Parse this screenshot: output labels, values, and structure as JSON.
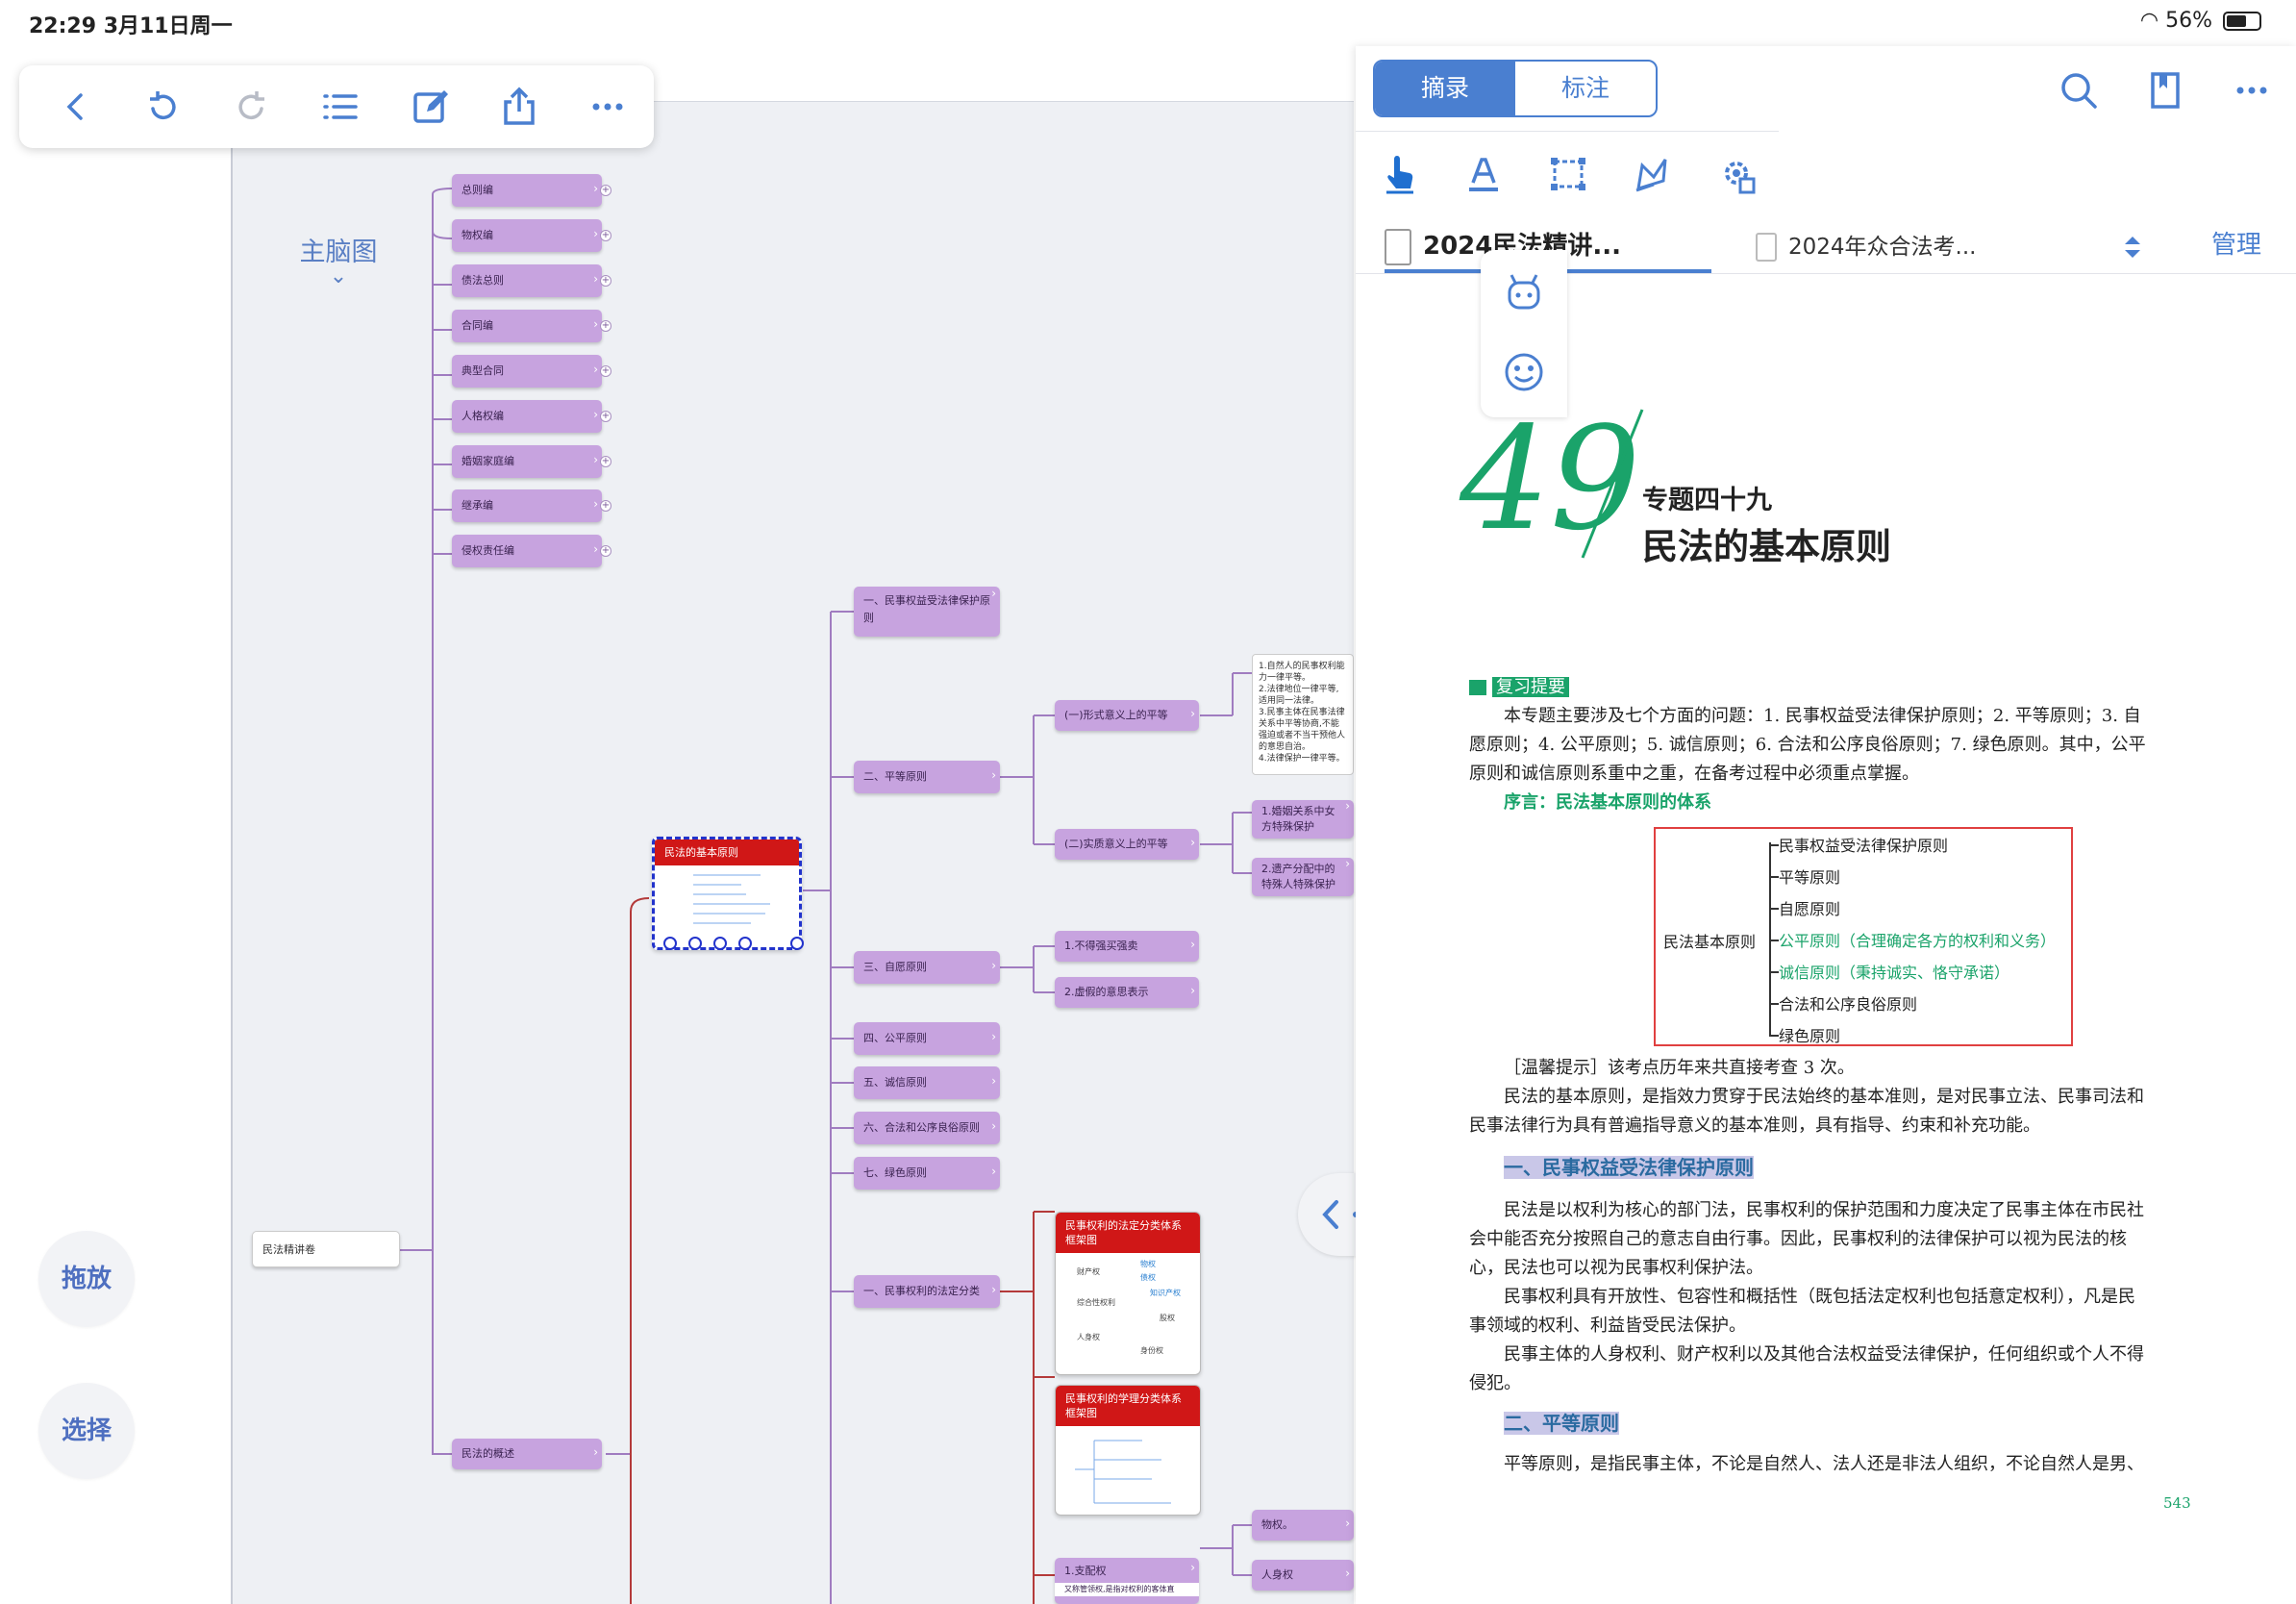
{
  "status": {
    "time_date": "22:29  3月11日周一",
    "battery": "56%"
  },
  "toolbar": {
    "icons": [
      "back-icon",
      "undo-icon",
      "redo-icon",
      "outline-list-icon",
      "edit-icon",
      "share-icon",
      "more-icon"
    ]
  },
  "left_panel": {
    "mindmap_label": "主脑图",
    "drag_label": "拖放",
    "select_label": "选择"
  },
  "mindmap": {
    "root": "民法精讲卷",
    "top_nodes": [
      "总则编",
      "物权编",
      "债法总则",
      "合同编",
      "典型合同",
      "人格权编",
      "婚姻家庭编",
      "继承编",
      "侵权责任编"
    ],
    "overview": "民法的概述",
    "selected_card": "民法的基本原则",
    "principles": [
      "一、民事权益受法律保护原则",
      "二、平等原则",
      "三、自愿原则",
      "四、公平原则",
      "五、诚信原则",
      "六、合法和公序良俗原则",
      "七、绿色原则"
    ],
    "equality_sub": [
      "(一)形式意义上的平等",
      "(二)实质意义上的平等"
    ],
    "equality_note": [
      "1.自然人的民事权利能力一律平等。",
      "2.法律地位一律平等,适用同一法律。",
      "3.民事主体在民事法律关系中平等协商,不能强迫或者不当干预他人的意思自治。",
      "4.法律保护一律平等。"
    ],
    "substantive_sub": [
      "1.婚姻关系中女方特殊保护",
      "2.遗产分配中的特殊人特殊保护"
    ],
    "voluntary_sub": [
      "1.不得强买强卖",
      "2.虚假的意思表示"
    ],
    "rights_node": "一、民事权利的法定分类",
    "rights_card1": "民事权利的法定分类体系框架图",
    "rights_card2": "民事权利的学理分类体系框架图",
    "right_card1_items": [
      "财产权",
      "综合性权利",
      "人身权",
      "物权",
      "债权",
      "知识产权",
      "股权",
      "身份权"
    ],
    "dominion": "1.支配权",
    "dominion_note": "又称管领权,是指对权利的客体直",
    "bottom_right": [
      "物权。",
      "人身权"
    ]
  },
  "reader": {
    "seg": [
      "摘录",
      "标注"
    ],
    "tools": [
      "hand-pointer-icon",
      "text-highlight-icon",
      "crop-region-icon",
      "lasso-icon",
      "settings-gear-icon"
    ],
    "tabs": [
      "2024民法精讲...",
      "2024年众合法考..."
    ],
    "manage": "管理",
    "page": {
      "chapter_num": "49",
      "topic": "专题四十九",
      "title": "民法的基本原则",
      "review_title": "复习提要",
      "intro": [
        "本专题主要涉及七个方面的问题：1. 民事权益受法律保护原则；2. 平等原则；3. 自",
        "愿原则；4. 公平原则；5. 诚信原则；6. 合法和公序良俗原则；7. 绿色原则。其中，公平",
        "原则和诚信原则系重中之重，在备考过程中必须重点掌握。"
      ],
      "preface": "序言：民法基本原则的体系",
      "diagram_root": "民法基本原则",
      "diagram_items": [
        "民事权益受法律保护原则",
        "平等原则",
        "自愿原则",
        "公平原则（合理确定各方的权利和义务）",
        "诚信原则（秉持诚实、恪守承诺）",
        "合法和公序良俗原则",
        "绿色原则"
      ],
      "tip": "［温馨提示］该考点历年来共直接考查 3 次。",
      "para1": [
        "民法的基本原则，是指效力贯穿于民法始终的基本准则，是对民事立法、民事司法和",
        "民事法律行为具有普遍指导意义的基本准则，具有指导、约束和补充功能。"
      ],
      "h1": "一、民事权益受法律保护原则",
      "para2": [
        "民法是以权利为核心的部门法，民事权利的保护范围和力度决定了民事主体在市民社",
        "会中能否充分按照自己的意志自由行事。因此，民事权利的法律保护可以视为民法的核",
        "心，民法也可以视为民事权利保护法。"
      ],
      "para3": [
        "民事权利具有开放性、包容性和概括性（既包括法定权利也包括意定权利），凡是民",
        "事领域的权利、利益皆受民法保护。"
      ],
      "para4": [
        "民事主体的人身权利、财产权利以及其他合法权益受法律保护，任何组织或个人不得",
        "侵犯。"
      ],
      "h2": "二、平等原则",
      "para5": "平等原则，是指民事主体，不论是自然人、法人还是非法人组织，不论自然人是男、",
      "page_no": "543"
    }
  },
  "colors": {
    "accent": "#4a7fd0",
    "node": "#c7a3df",
    "red": "#d01717",
    "green": "#1aa36a"
  }
}
